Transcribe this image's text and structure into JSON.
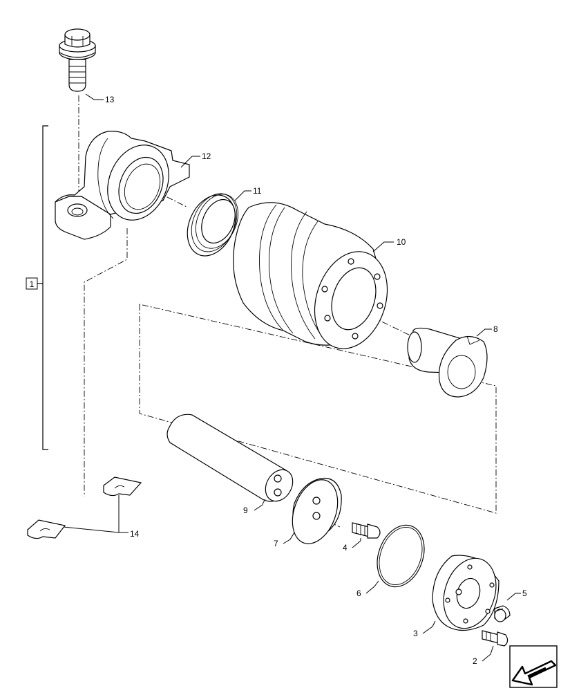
{
  "callouts": {
    "c1": "1",
    "c2": "2",
    "c3": "3",
    "c4": "4",
    "c5": "5",
    "c6": "6",
    "c7": "7",
    "c8": "8",
    "c9": "9",
    "c10": "10",
    "c11": "11",
    "c12": "12",
    "c13": "13",
    "c14": "14"
  },
  "nav_icon": "next-page-arrow-icon"
}
